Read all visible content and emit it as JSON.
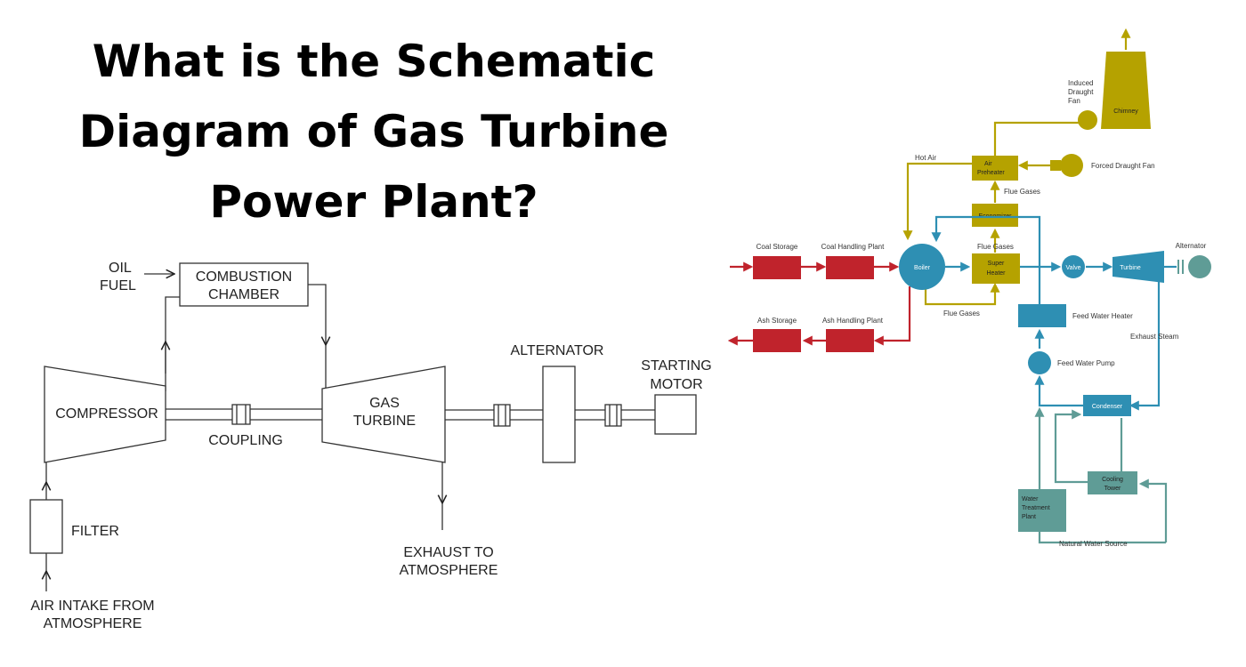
{
  "title": {
    "lines": [
      "What is the Schematic",
      "Diagram of Gas Turbine",
      "Power Plant?"
    ]
  },
  "gas_turbine": {
    "oil": "OIL",
    "fuel": "FUEL",
    "combustion_line1": "COMBUSTION",
    "combustion_line2": "CHAMBER",
    "compressor": "COMPRESSOR",
    "coupling": "COUPLING",
    "gas": "GAS",
    "turbine": "TURBINE",
    "alternator": "ALTERNATOR",
    "starting": "STARTING",
    "motor": "MOTOR",
    "filter": "FILTER",
    "air_intake_line1": "AIR INTAKE FROM",
    "air_intake_line2": "ATMOSPHERE",
    "exhaust_line1": "EXHAUST TO",
    "exhaust_line2": "ATMOSPHERE"
  },
  "steam_plant": {
    "colors": {
      "coal": "#c0232c",
      "air": "#b5a200",
      "steam": "#2e8fb3",
      "water": "#5f9c96"
    },
    "induced_draught_fan": [
      "Induced",
      "Draught",
      "Fan"
    ],
    "chimney": "Chimney",
    "hot_air": "Hot Air",
    "air_preheater": [
      "Air",
      "Preheater"
    ],
    "forced_draught_fan": "Forced Draught Fan",
    "flue_gases_top": "Flue Gases",
    "economizer": "Economizer",
    "flue_gases_mid": "Flue Gases",
    "coal_storage": "Coal Storage",
    "coal_handling_plant": "Coal Handling Plant",
    "boiler": "Boiler",
    "super_heater": [
      "Super",
      "Heater"
    ],
    "valve": "Valve",
    "turbine": "Turbine",
    "alternator": "Alternator",
    "flue_gases_bottom": "Flue Gases",
    "feed_water_heater": "Feed Water Heater",
    "ash_storage": "Ash Storage",
    "ash_handling_plant": "Ash Handling Plant",
    "exhaust_steam": "Exhaust Steam",
    "feed_water_pump": "Feed Water Pump",
    "condenser": "Condenser",
    "cooling_tower": [
      "Cooling",
      "Tower"
    ],
    "water_treatment_plant": [
      "Water",
      "Treatment",
      "Plant"
    ],
    "natural_water_source": "Natural Water Source"
  }
}
